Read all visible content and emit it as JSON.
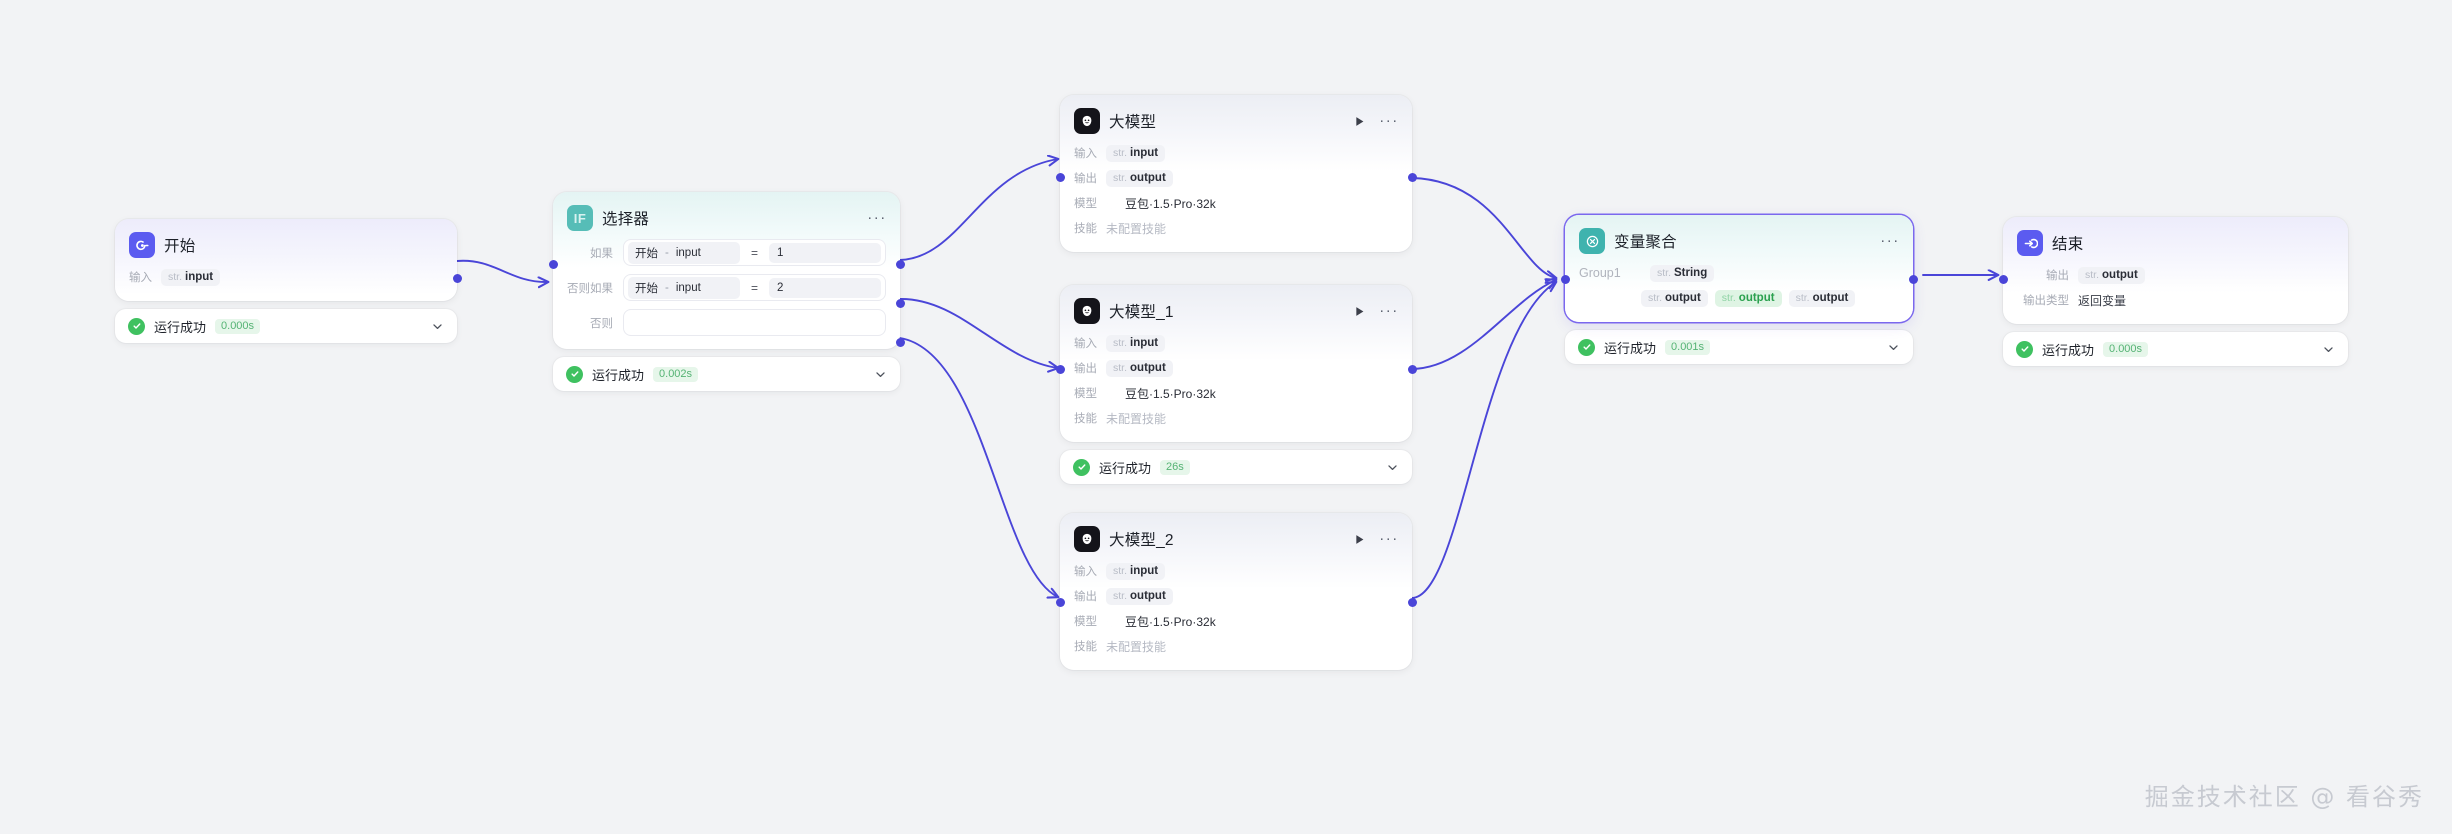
{
  "canvas": {
    "background": "#f2f3f5",
    "edge_color": "#4a45d8",
    "watermark": "掘金技术社区 @ 看谷秀"
  },
  "labels": {
    "input": "输入",
    "output": "输出",
    "model": "模型",
    "skill": "技能",
    "output_type": "输出类型",
    "if": "如果",
    "elseif": "否则如果",
    "else": "否则",
    "group1": "Group1",
    "type_str": "str.",
    "operator_eq": "=",
    "sep_dash": "-"
  },
  "nodes": {
    "start": {
      "title": "开始",
      "icon": "start-arrow-icon",
      "icon_color": "#5b5bf0",
      "input_label": "输入",
      "input_type": "str.",
      "input_value": "input",
      "status": {
        "text": "运行成功",
        "time": "0.000s",
        "state": "success"
      }
    },
    "selector": {
      "title": "选择器",
      "icon": "if-icon",
      "icon_text": "IF",
      "icon_color": "#56bdb7",
      "conditions": [
        {
          "label": "如果",
          "var_source": "开始",
          "var_sep": "-",
          "var_name": "input",
          "op": "=",
          "value": "1"
        },
        {
          "label": "否则如果",
          "var_source": "开始",
          "var_sep": "-",
          "var_name": "input",
          "op": "=",
          "value": "2"
        },
        {
          "label": "否则",
          "var_source": "",
          "var_sep": "",
          "var_name": "",
          "op": "",
          "value": ""
        }
      ],
      "status": {
        "text": "运行成功",
        "time": "0.002s",
        "state": "success"
      }
    },
    "llm0": {
      "title": "大模型",
      "icon": "doubao-llm-icon",
      "input_label": "输入",
      "input_type": "str.",
      "input_value": "input",
      "output_label": "输出",
      "output_type": "str.",
      "output_value": "output",
      "model_label": "模型",
      "model_value": "豆包·1.5·Pro·32k",
      "skill_label": "技能",
      "skill_value": "未配置技能",
      "status": null
    },
    "llm1": {
      "title": "大模型_1",
      "icon": "doubao-llm-icon",
      "input_label": "输入",
      "input_type": "str.",
      "input_value": "input",
      "output_label": "输出",
      "output_type": "str.",
      "output_value": "output",
      "model_label": "模型",
      "model_value": "豆包·1.5·Pro·32k",
      "skill_label": "技能",
      "skill_value": "未配置技能",
      "status": {
        "text": "运行成功",
        "time": "26s",
        "state": "success"
      }
    },
    "llm2": {
      "title": "大模型_2",
      "icon": "doubao-llm-icon",
      "input_label": "输入",
      "input_type": "str.",
      "input_value": "input",
      "output_label": "输出",
      "output_type": "str.",
      "output_value": "output",
      "model_label": "模型",
      "model_value": "豆包·1.5·Pro·32k",
      "skill_label": "技能",
      "skill_value": "未配置技能",
      "status": null
    },
    "aggregate": {
      "title": "变量聚合",
      "icon": "aggregate-icon",
      "icon_color": "#3fb3ae",
      "selected": true,
      "group_label": "Group1",
      "group_type": "str.",
      "group_value": "String",
      "items": [
        {
          "type": "str.",
          "value": "output",
          "highlight": false
        },
        {
          "type": "str.",
          "value": "output",
          "highlight": true
        },
        {
          "type": "str.",
          "value": "output",
          "highlight": false
        }
      ],
      "status": {
        "text": "运行成功",
        "time": "0.001s",
        "state": "success"
      }
    },
    "end": {
      "title": "结束",
      "icon": "end-arrow-icon",
      "icon_color": "#5b5bf0",
      "output_label": "输出",
      "output_type": "str.",
      "output_value": "output",
      "output_type_label": "输出类型",
      "output_type_value": "返回变量",
      "status": {
        "text": "运行成功",
        "time": "0.000s",
        "state": "success"
      }
    }
  }
}
